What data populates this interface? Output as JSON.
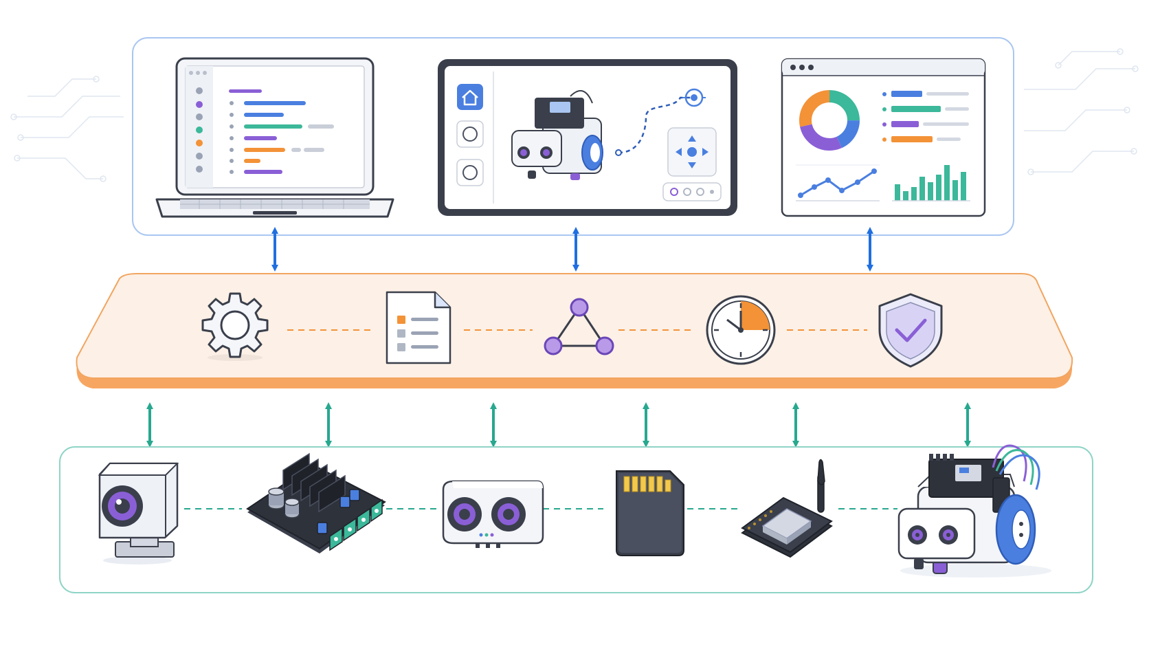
{
  "diagram": {
    "layers": [
      {
        "id": "application-layer",
        "items": [
          {
            "id": "laptop",
            "icon": "code-editor-laptop-icon"
          },
          {
            "id": "tablet",
            "icon": "robot-control-tablet-icon"
          },
          {
            "id": "dashboard",
            "icon": "analytics-dashboard-icon"
          }
        ],
        "border_color": "#a9c6f2"
      },
      {
        "id": "middleware-layer",
        "items": [
          {
            "id": "config",
            "icon": "gear-icon"
          },
          {
            "id": "document",
            "icon": "document-icon"
          },
          {
            "id": "graph",
            "icon": "graph-nodes-icon"
          },
          {
            "id": "timer",
            "icon": "clock-icon"
          },
          {
            "id": "security",
            "icon": "shield-check-icon"
          }
        ],
        "fill_color": "#fdf0e6",
        "border_color": "#f1a560"
      },
      {
        "id": "hardware-layer",
        "items": [
          {
            "id": "camera",
            "icon": "camera-module-icon"
          },
          {
            "id": "motor-driver",
            "icon": "motor-driver-board-icon"
          },
          {
            "id": "ultrasonic",
            "icon": "ultrasonic-sensor-icon"
          },
          {
            "id": "sd-card",
            "icon": "sd-card-icon"
          },
          {
            "id": "wireless",
            "icon": "wireless-module-icon"
          },
          {
            "id": "robot",
            "icon": "robot-car-icon"
          }
        ],
        "border_color": "#8ed4c6"
      }
    ],
    "connectors": [
      {
        "from": "application-layer",
        "to": "middleware-layer",
        "count": 3,
        "color": "#1f6fe0",
        "style": "double-arrow"
      },
      {
        "from": "middleware-layer",
        "to": "hardware-layer",
        "count": 6,
        "color": "#27a88f",
        "style": "double-arrow"
      }
    ],
    "colors": {
      "blue": "#4a7fe0",
      "purple": "#8a5fd6",
      "orange": "#f39237",
      "teal": "#3cb89a",
      "dark": "#3a3f4b"
    }
  }
}
